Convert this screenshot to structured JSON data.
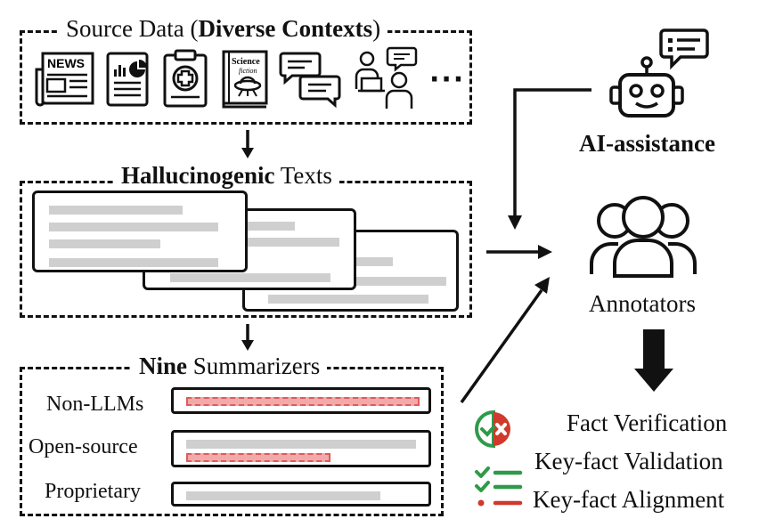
{
  "source": {
    "title_prefix": "Source Data (",
    "title_bold": "Diverse Contexts",
    "title_suffix": ")",
    "icons": [
      "news-icon",
      "report-chart-icon",
      "medical-clipboard-icon",
      "science-fiction-book-icon",
      "chat-bubbles-icon",
      "meeting-people-icon",
      "more-ellipsis-icon"
    ],
    "news_text": "NEWS",
    "book_text_1": "Science",
    "book_text_2": "fiction",
    "ellipsis": "···"
  },
  "texts": {
    "title_bold": "Hallucinogenic",
    "title_rest": " Texts"
  },
  "summarizers": {
    "title_bold": "Nine",
    "title_rest": " Summarizers",
    "rows": [
      {
        "label": "Non-LLMs"
      },
      {
        "label": "Open-source"
      },
      {
        "label": "Proprietary"
      }
    ]
  },
  "ai": {
    "label": "AI-assistance",
    "icon": "robot-icon"
  },
  "annotators": {
    "label": "Annotators",
    "icon": "people-group-icon"
  },
  "tasks": [
    {
      "label": "Fact Verification",
      "icon": "check-cross-circle-icon"
    },
    {
      "label": "Key-fact Validation",
      "icon": "checklist-icon"
    },
    {
      "label": "Key-fact Alignment",
      "icon": "checklist-icon"
    }
  ],
  "colors": {
    "accent_green": "#2e9a4a",
    "accent_red": "#d0392b",
    "hallucination_fill": "#f2a9a9",
    "hallucination_border": "#e05a5a",
    "text_gray": "#cfcfcf"
  }
}
